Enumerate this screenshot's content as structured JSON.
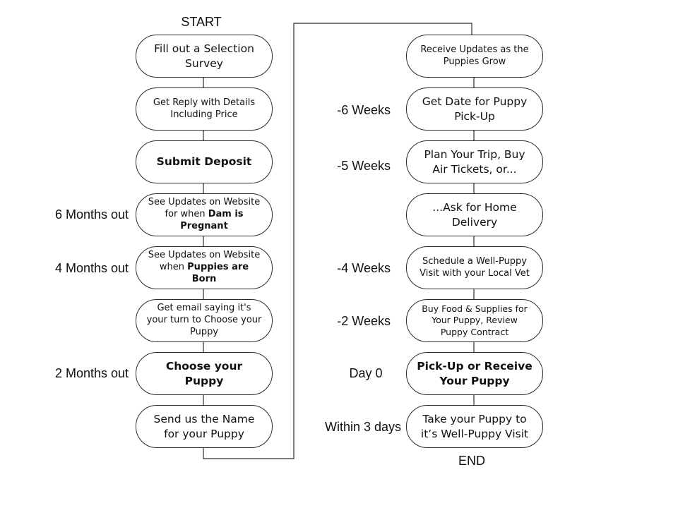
{
  "start_label": "START",
  "end_label": "END",
  "left_column": [
    {
      "parts": [
        {
          "text": "Fill out a Selection Survey"
        }
      ],
      "time": ""
    },
    {
      "parts": [
        {
          "text": "Get Reply with Details Including Price"
        }
      ],
      "time": ""
    },
    {
      "parts": [
        {
          "text": "Submit Deposit",
          "bold": true
        }
      ],
      "time": ""
    },
    {
      "parts": [
        {
          "text": "See Updates on Website for when "
        },
        {
          "text": "Dam is Pregnant",
          "bold": true
        }
      ],
      "time": "6 Months out"
    },
    {
      "parts": [
        {
          "text": "See Updates on Website when "
        },
        {
          "text": "Puppies are Born",
          "bold": true
        }
      ],
      "time": "4 Months out"
    },
    {
      "parts": [
        {
          "text": "Get email saying it's your turn to Choose your Puppy"
        }
      ],
      "time": ""
    },
    {
      "parts": [
        {
          "text": "Choose your Puppy",
          "bold": true
        }
      ],
      "time": "2 Months out"
    },
    {
      "parts": [
        {
          "text": "Send us the Name for your Puppy"
        }
      ],
      "time": ""
    }
  ],
  "right_column": [
    {
      "parts": [
        {
          "text": "Receive Updates as the Puppies Grow"
        }
      ],
      "time": ""
    },
    {
      "parts": [
        {
          "text": "Get Date for Puppy Pick-Up"
        }
      ],
      "time": "-6 Weeks"
    },
    {
      "parts": [
        {
          "text": "Plan Your Trip, Buy Air Tickets, or..."
        }
      ],
      "time": "-5 Weeks"
    },
    {
      "parts": [
        {
          "text": "...Ask for Home Delivery"
        }
      ],
      "time": ""
    },
    {
      "parts": [
        {
          "text": "Schedule a Well-Puppy Visit with your Local Vet"
        }
      ],
      "time": "-4 Weeks"
    },
    {
      "parts": [
        {
          "text": "Buy Food & Supplies for Your Puppy, Review Puppy Contract"
        }
      ],
      "time": "-2 Weeks"
    },
    {
      "parts": [
        {
          "text": "Pick-Up or Receive Your Puppy",
          "bold": true
        }
      ],
      "time": "Day 0"
    },
    {
      "parts": [
        {
          "text": "Take your Puppy to it’s Well-Puppy Visit"
        }
      ],
      "time": "Within 3 days"
    }
  ]
}
